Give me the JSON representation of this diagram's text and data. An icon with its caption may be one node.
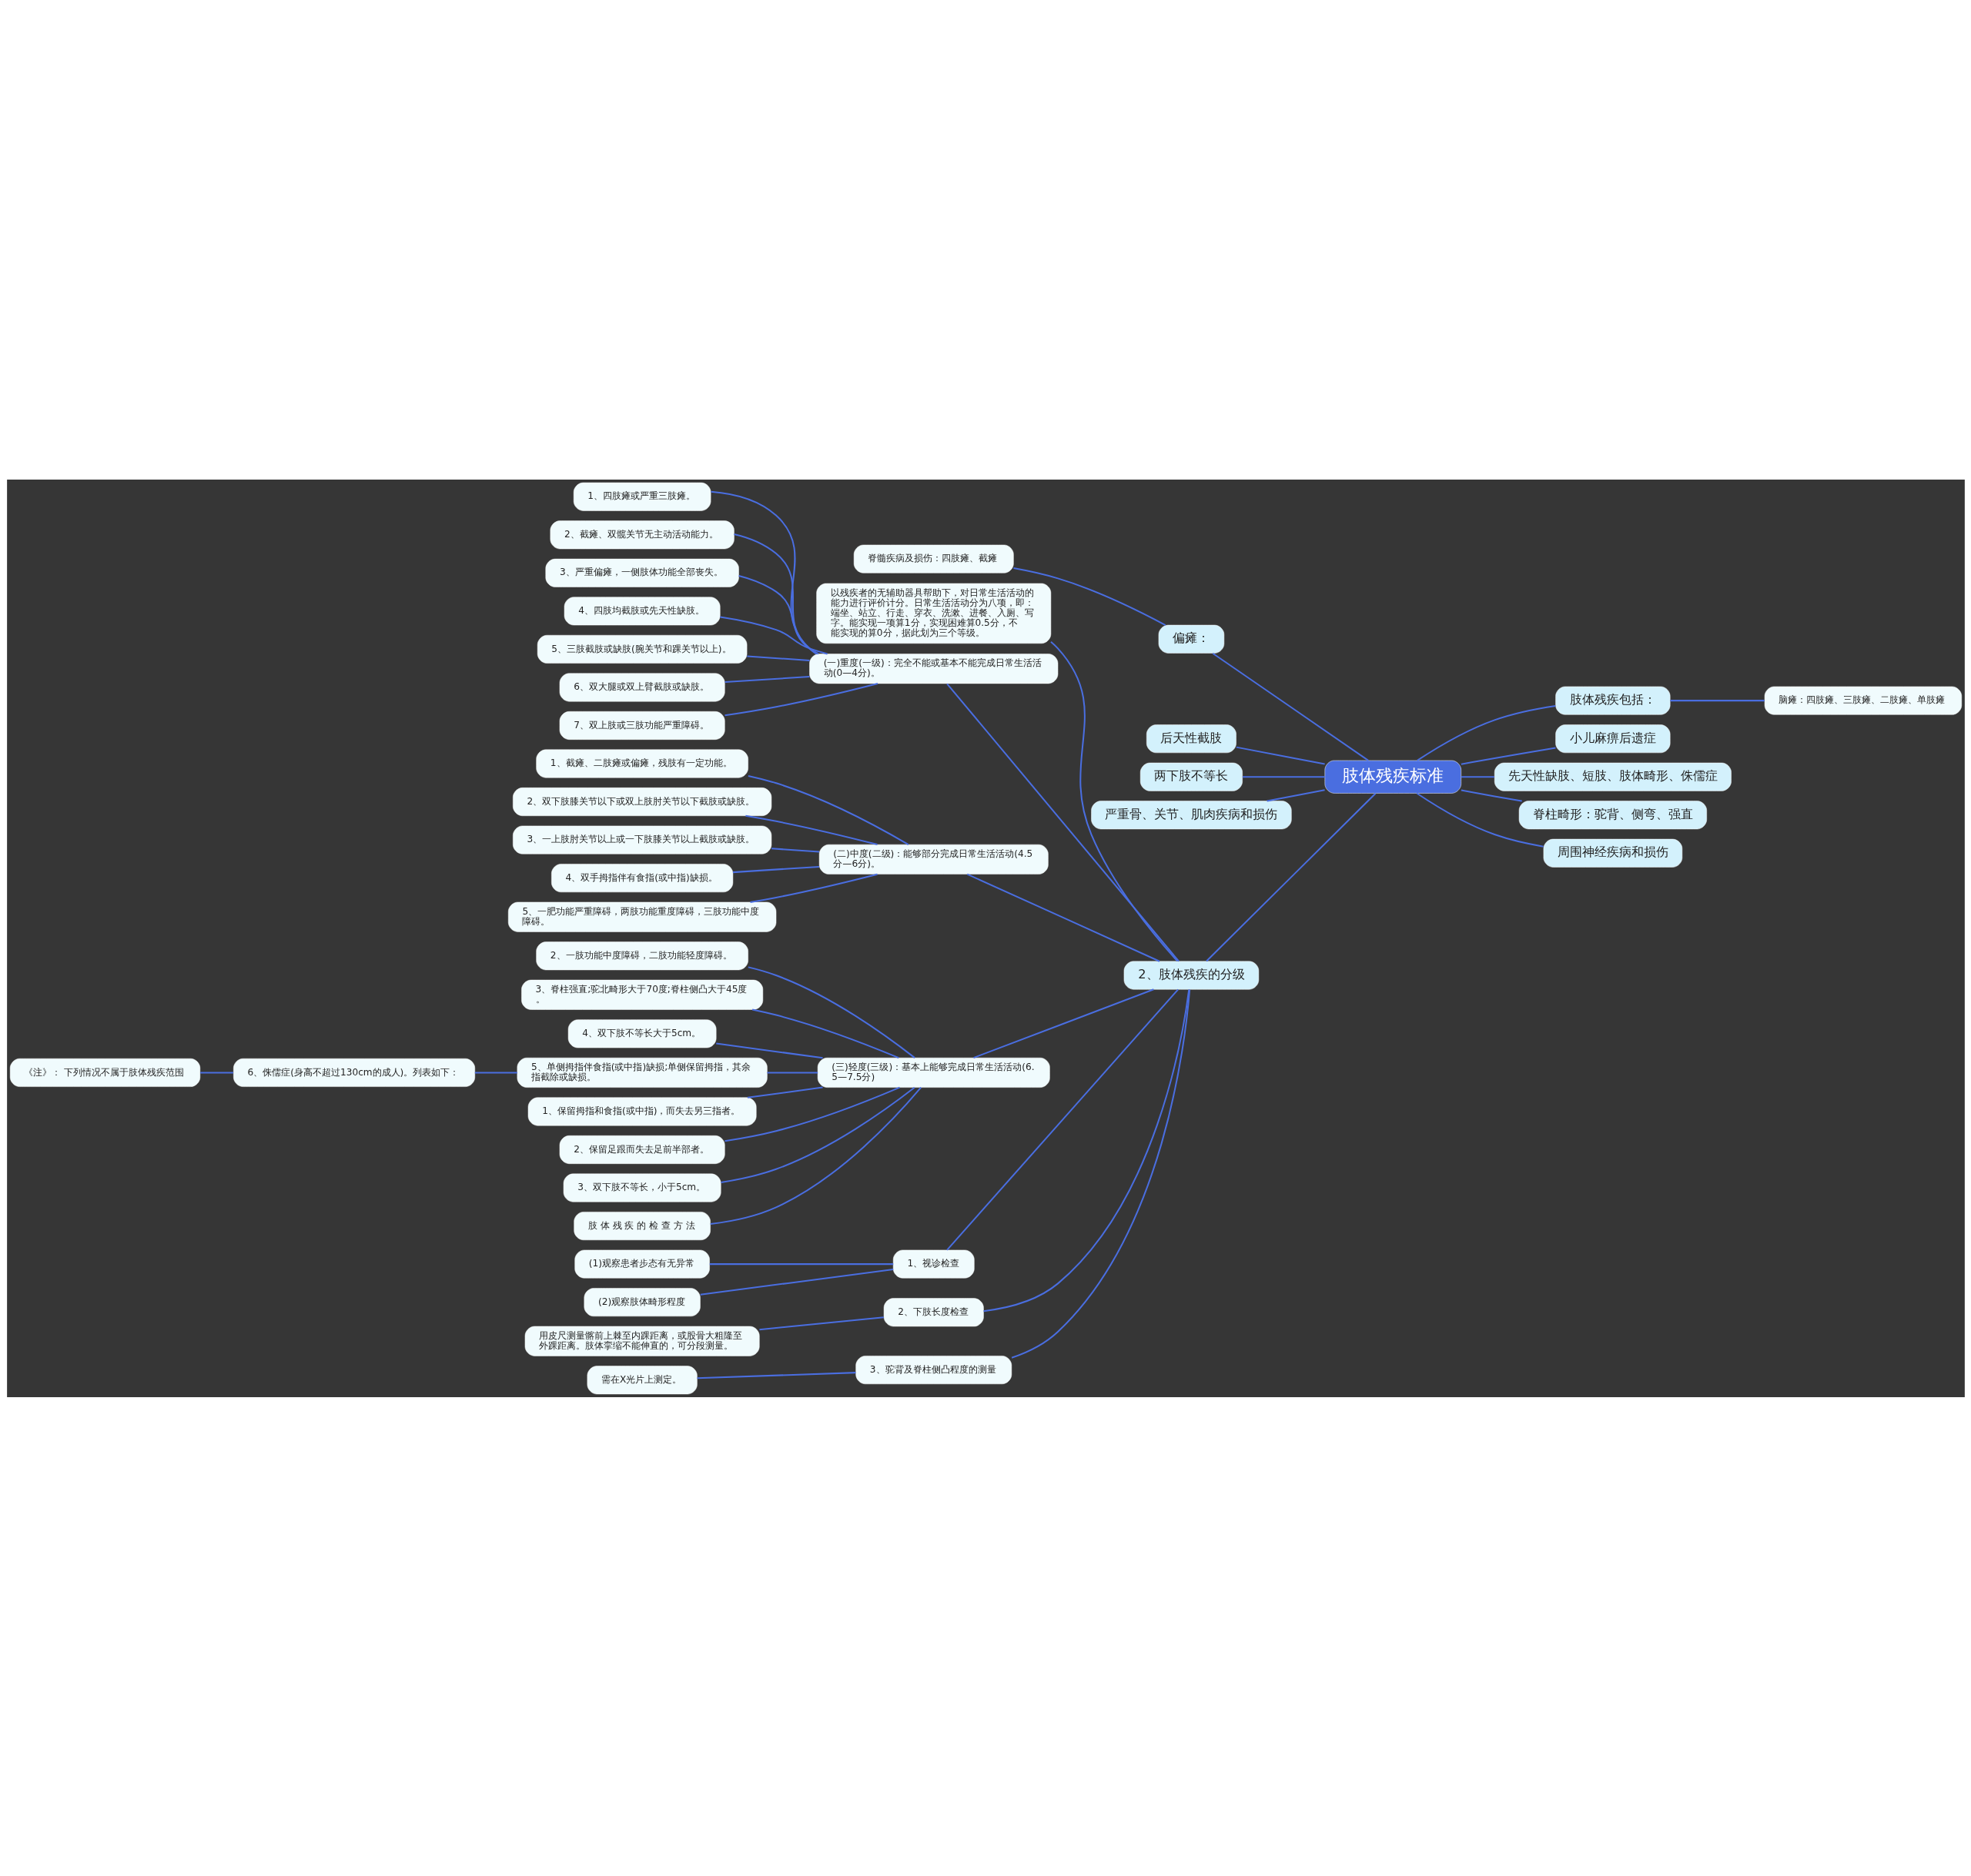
{
  "diagram": {
    "nodes": [
      {
        "text": [
          "肢体残疾标准"
        ]
      },
      {
        "text": [
          "偏瘫："
        ]
      },
      {
        "text": [
          "脊髓疾病及损伤：四肢瘫、截瘫"
        ]
      },
      {
        "text": [
          "后天性截肢"
        ]
      },
      {
        "text": [
          "两下肢不等长"
        ]
      },
      {
        "text": [
          "严重骨、关节、肌肉疾病和损伤"
        ]
      },
      {
        "text": [
          "以残疾者的无辅助器具帮助下，对日常生活活动的能力进行评价计分。日常生活活动分为八项，即：端坐、站立、行走、穿衣、洗漱、进餐、入厕、写字。能实现一项算1分，实现困难算0.5分，不能实现的算0分，据此划为三个等级。"
        ]
      },
      {
        "text": [
          "肢体残疾包括："
        ]
      },
      {
        "text": [
          "脑瘫：四肢瘫、三肢瘫、二肢瘫、单肢瘫"
        ]
      },
      {
        "text": [
          "小儿麻痹后遗症"
        ]
      },
      {
        "text": [
          "先天性缺肢、短肢、肢体畸形、侏儒症"
        ]
      },
      {
        "text": [
          "脊柱畸形：驼背、侧弯、强直"
        ]
      },
      {
        "text": [
          "周围神经疾病和损伤"
        ]
      },
      {
        "text": [
          "(一)重度(一级)：完全不能或基本不能完成日常生活活动(0—4分)。"
        ]
      },
      {
        "text": [
          "1、四肢瘫或严重三肢瘫。"
        ]
      },
      {
        "text": [
          "2、截瘫、双髋关节无主动活动能力。"
        ]
      },
      {
        "text": [
          "3、严重偏瘫，一侧肢体功能全部丧失。"
        ]
      },
      {
        "text": [
          "4、四肢均截肢或先天性缺肢。"
        ]
      },
      {
        "text": [
          "5、三肢截肢或缺肢(腕关节和踝关节以上)。"
        ]
      },
      {
        "text": [
          "6、双大腿或双上臂截肢或缺肢。"
        ]
      },
      {
        "text": [
          "7、双上肢或三肢功能严重障碍。"
        ]
      },
      {
        "text": [
          "(二)中度(二级)：能够部分完成日常生活活动(4.5分—6分)。"
        ]
      },
      {
        "text": [
          "1、截瘫、二肢瘫或偏瘫，残肢有一定功能。"
        ]
      },
      {
        "text": [
          "2、双下肢膝关节以下或双上肢肘关节以下截肢或缺肢。"
        ]
      },
      {
        "text": [
          "3、一上肢肘关节以上或一下肢膝关节以上截肢或缺肢。"
        ]
      },
      {
        "text": [
          "4、双手拇指伴有食指(或中指)缺损。"
        ]
      },
      {
        "text": [
          "5、一肥功能严重障碍，两肢功能重度障碍，三肢功能中度障碍。"
        ]
      },
      {
        "text": [
          "(三)轻度(三级)：基本上能够完成日常生活活动(6.5—7.5分)"
        ]
      },
      {
        "text": [
          "2、一肢功能中度障碍，二肢功能轻度障碍。"
        ]
      },
      {
        "text": [
          "3、脊柱强直;驼北畸形大于70度;脊柱侧凸大于45度。"
        ]
      },
      {
        "text": [
          "4、双下肢不等长大于5cm。"
        ]
      },
      {
        "text": [
          "5、单侧拇指伴食指(或中指)缺损;单侧保留拇指，其余指截除或缺损。"
        ]
      },
      {
        "text": [
          "6、侏儒症(身高不超过130cm的成人)。列表如下："
        ]
      },
      {
        "text": [
          "《注》： 下列情况不属于肢体残疾范围"
        ]
      },
      {
        "text": [
          "1、保留拇指和食指(或中指)，而失去另三指者。"
        ]
      },
      {
        "text": [
          "2、保留足跟而失去足前半部者。"
        ]
      },
      {
        "text": [
          "3、双下肢不等长，小于5cm。"
        ]
      },
      {
        "text": [
          "肢 体 残 疾 的 检 查 方 法"
        ]
      },
      {
        "text": [
          "2、肢体残疾的分级"
        ]
      },
      {
        "text": [
          "1、视诊检查"
        ]
      },
      {
        "text": [
          "(1)观察患者步态有无异常"
        ]
      },
      {
        "text": [
          "(2)观察肢体畸形程度"
        ]
      },
      {
        "text": [
          "2、下肢长度检查"
        ]
      },
      {
        "text": [
          "用皮尺测量髂前上棘至内踝距离，或股骨大粗隆至外踝距离。肢体挛缩不能伸直的，可分段测量。"
        ]
      },
      {
        "text": [
          "3、驼背及脊柱侧凸程度的测量"
        ]
      },
      {
        "text": [
          "需在X光片上测定。"
        ]
      }
    ],
    "edges": [
      {
        "from": 0,
        "to": 1,
        "arrow": "none"
      },
      {
        "from": 1,
        "to": 2,
        "arrow": "none"
      },
      {
        "from": 0,
        "to": 3,
        "arrow": "none"
      },
      {
        "from": 0,
        "to": 4,
        "arrow": "none"
      },
      {
        "from": 0,
        "to": 5,
        "arrow": "none"
      },
      {
        "from": 0,
        "to": 38,
        "arrow": "none"
      },
      {
        "from": 0,
        "to": 7,
        "arrow": "none"
      },
      {
        "from": 7,
        "to": 8,
        "arrow": "none"
      },
      {
        "from": 0,
        "to": 9,
        "arrow": "none"
      },
      {
        "from": 0,
        "to": 10,
        "arrow": "none"
      },
      {
        "from": 0,
        "to": 11,
        "arrow": "none"
      },
      {
        "from": 0,
        "to": 12,
        "arrow": "none"
      },
      {
        "from": 38,
        "to": 6,
        "arrow": "none"
      },
      {
        "from": 38,
        "to": 13,
        "arrow": "none"
      },
      {
        "from": 13,
        "to": 14,
        "arrow": "none"
      },
      {
        "from": 13,
        "to": 15,
        "arrow": "none"
      },
      {
        "from": 13,
        "to": 16,
        "arrow": "none"
      },
      {
        "from": 13,
        "to": 17,
        "arrow": "none"
      },
      {
        "from": 13,
        "to": 18,
        "arrow": "none"
      },
      {
        "from": 13,
        "to": 19,
        "arrow": "none"
      },
      {
        "from": 13,
        "to": 20,
        "arrow": "none"
      },
      {
        "from": 38,
        "to": 21,
        "arrow": "none"
      },
      {
        "from": 21,
        "to": 22,
        "arrow": "none"
      },
      {
        "from": 21,
        "to": 23,
        "arrow": "none"
      },
      {
        "from": 21,
        "to": 24,
        "arrow": "none"
      },
      {
        "from": 21,
        "to": 25,
        "arrow": "none"
      },
      {
        "from": 21,
        "to": 26,
        "arrow": "none"
      },
      {
        "from": 38,
        "to": 27,
        "arrow": "none"
      },
      {
        "from": 27,
        "to": 28,
        "arrow": "none"
      },
      {
        "from": 27,
        "to": 29,
        "arrow": "none"
      },
      {
        "from": 27,
        "to": 30,
        "arrow": "none"
      },
      {
        "from": 27,
        "to": 31,
        "arrow": "none"
      },
      {
        "from": 31,
        "to": 32,
        "arrow": "none"
      },
      {
        "from": 32,
        "to": 33,
        "arrow": "none"
      },
      {
        "from": 27,
        "to": 34,
        "arrow": "none"
      },
      {
        "from": 27,
        "to": 35,
        "arrow": "none"
      },
      {
        "from": 27,
        "to": 36,
        "arrow": "none"
      },
      {
        "from": 27,
        "to": 37,
        "arrow": "none"
      },
      {
        "from": 38,
        "to": 39,
        "arrow": "none"
      },
      {
        "from": 39,
        "to": 40,
        "arrow": "none"
      },
      {
        "from": 39,
        "to": 41,
        "arrow": "none"
      },
      {
        "from": 38,
        "to": 42,
        "arrow": "none"
      },
      {
        "from": 42,
        "to": 43,
        "arrow": "none"
      },
      {
        "from": 38,
        "to": 44,
        "arrow": "none"
      },
      {
        "from": 44,
        "to": 45,
        "arrow": "none"
      }
    ]
  }
}
